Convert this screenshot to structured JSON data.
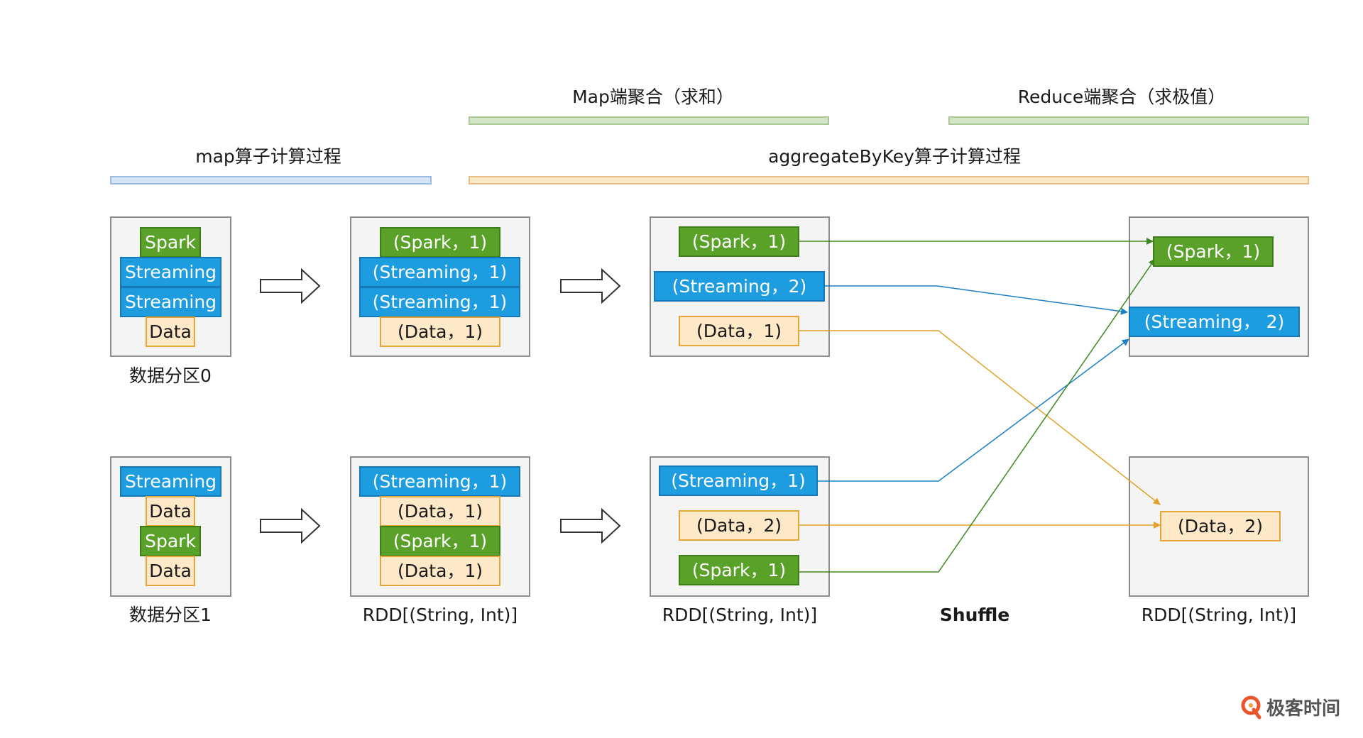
{
  "headers": {
    "map_side": "Map端聚合（求和）",
    "reduce_side": "Reduce端聚合（求极值）",
    "map_op": "map算子计算过程",
    "aggregate_op": "aggregateByKey算子计算过程"
  },
  "partitions": {
    "p0": {
      "label": "数据分区0",
      "items": [
        "Spark",
        "Streaming",
        "Streaming",
        "Data"
      ]
    },
    "p1": {
      "label": "数据分区1",
      "items": [
        "Streaming",
        "Data",
        "Spark",
        "Data"
      ]
    }
  },
  "mapped": {
    "p0": [
      "(Spark，1)",
      "(Streaming，1)",
      "(Streaming，1)",
      "(Data，1)"
    ],
    "p1": [
      "(Streaming，1)",
      "(Data，1)",
      "(Spark，1)",
      "(Data，1)"
    ],
    "label": "RDD[(String, Int)]"
  },
  "map_aggregated": {
    "p0": [
      "(Spark，1)",
      "(Streaming，2)",
      "(Data，1)"
    ],
    "p1": [
      "(Streaming，1)",
      "(Data，2)",
      "(Spark，1)"
    ],
    "label": "RDD[(String, Int)]"
  },
  "reduced": {
    "p0": [
      "(Spark，1)",
      "(Streaming， 2)"
    ],
    "p1": [
      "(Data，2)"
    ],
    "label": "RDD[(String, Int)]"
  },
  "shuffle_label": "Shuffle",
  "logo": {
    "text": "极客时间",
    "icon": "geektime-logo-icon"
  },
  "colors": {
    "spark": "#5aa12a",
    "streaming": "#1d9ce0",
    "data": "#fde8c8",
    "data_border": "#e7a53a",
    "bar_map": "#d4e6c8",
    "bar_agg": "#fde8c8",
    "bar_mapop": "#d6e6f7",
    "panel": "#f4f4f4"
  }
}
